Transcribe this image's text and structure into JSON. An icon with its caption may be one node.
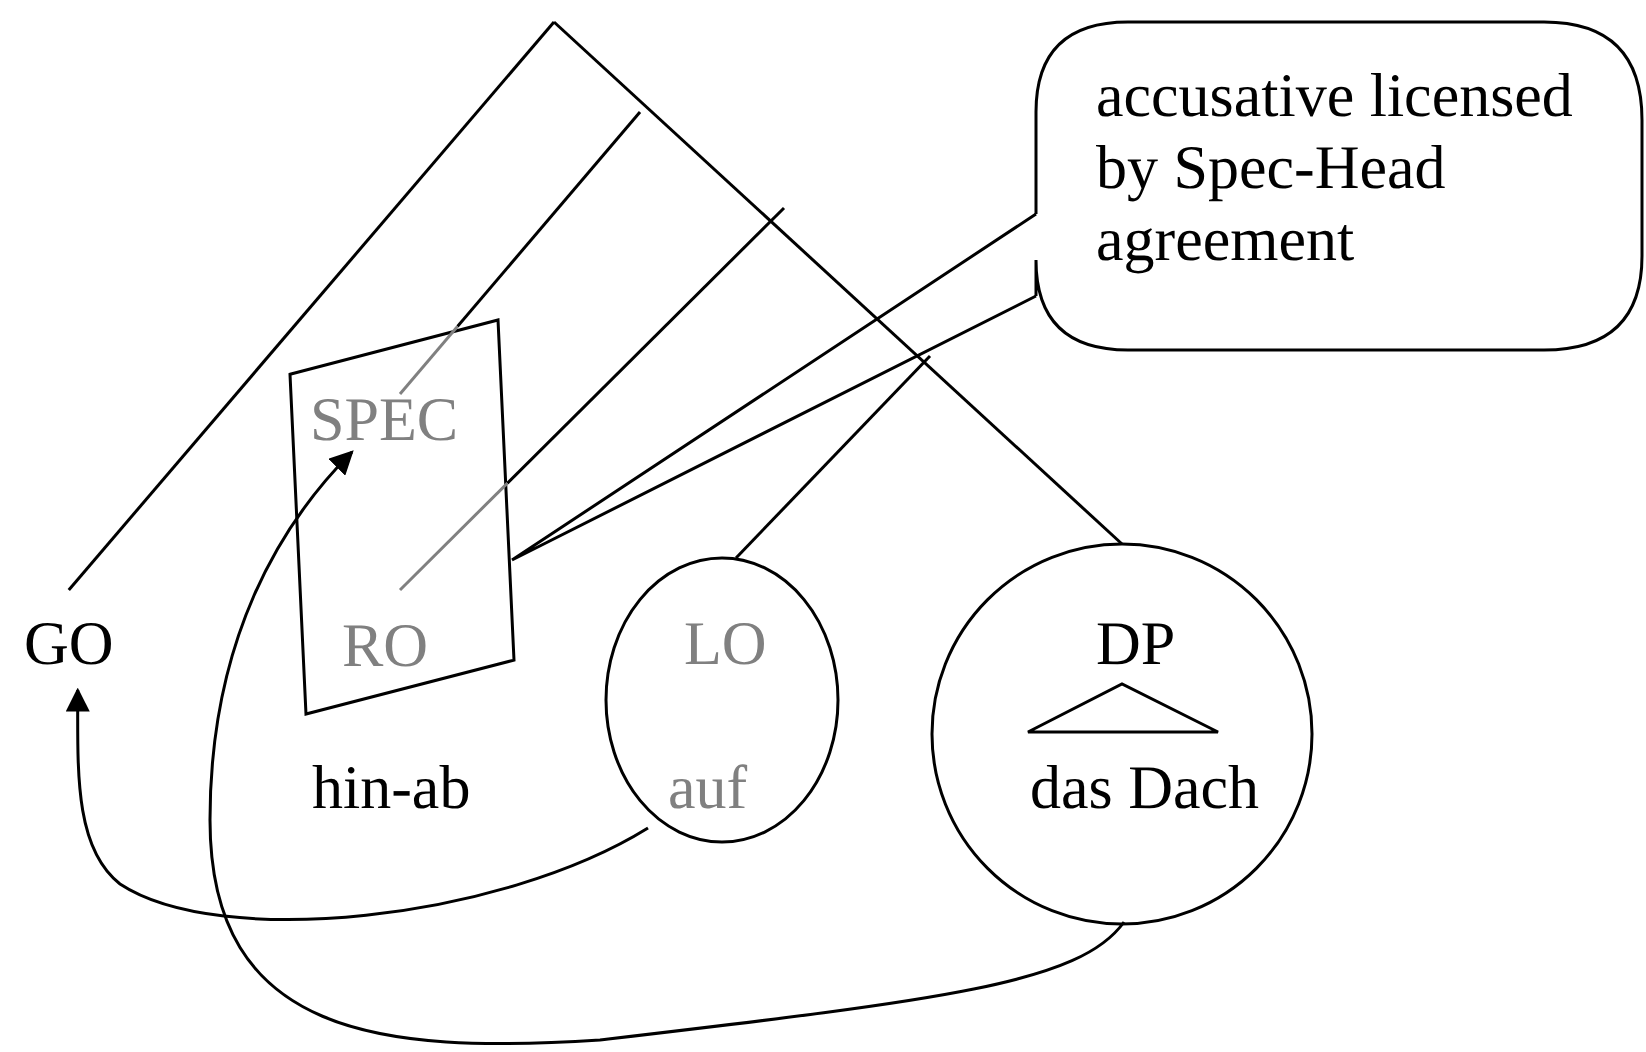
{
  "diagram": {
    "nodes": [
      {
        "text": [
          "accusative licensed by Spec-Head agreement"
        ]
      },
      {
        "text": [],
        "shape": "box"
      },
      {
        "text": [
          "SPEC"
        ],
        "in": 1
      },
      {
        "text": [
          "RO"
        ],
        "in": 1
      },
      {
        "text": [
          "GO"
        ]
      },
      {
        "text": [
          "LO",
          "auf"
        ]
      },
      {
        "text": [
          "DP",
          "das Dach"
        ]
      }
    ],
    "edges": [
      {
        "from": 0,
        "to": 1,
        "arrow": "none"
      },
      {
        "from": null,
        "to": 4,
        "arrow": "none"
      },
      {
        "from": null,
        "to": 6,
        "arrow": "none"
      },
      {
        "from": null,
        "to": 2,
        "arrow": "none"
      },
      {
        "from": null,
        "to": 3,
        "arrow": "none"
      },
      {
        "from": null,
        "to": 5,
        "arrow": "none"
      },
      {
        "from": 5,
        "to": 4,
        "arrow": "to"
      },
      {
        "from": 6,
        "to": 2,
        "arrow": "to"
      }
    ],
    "labels": [
      "hin-ab"
    ]
  }
}
